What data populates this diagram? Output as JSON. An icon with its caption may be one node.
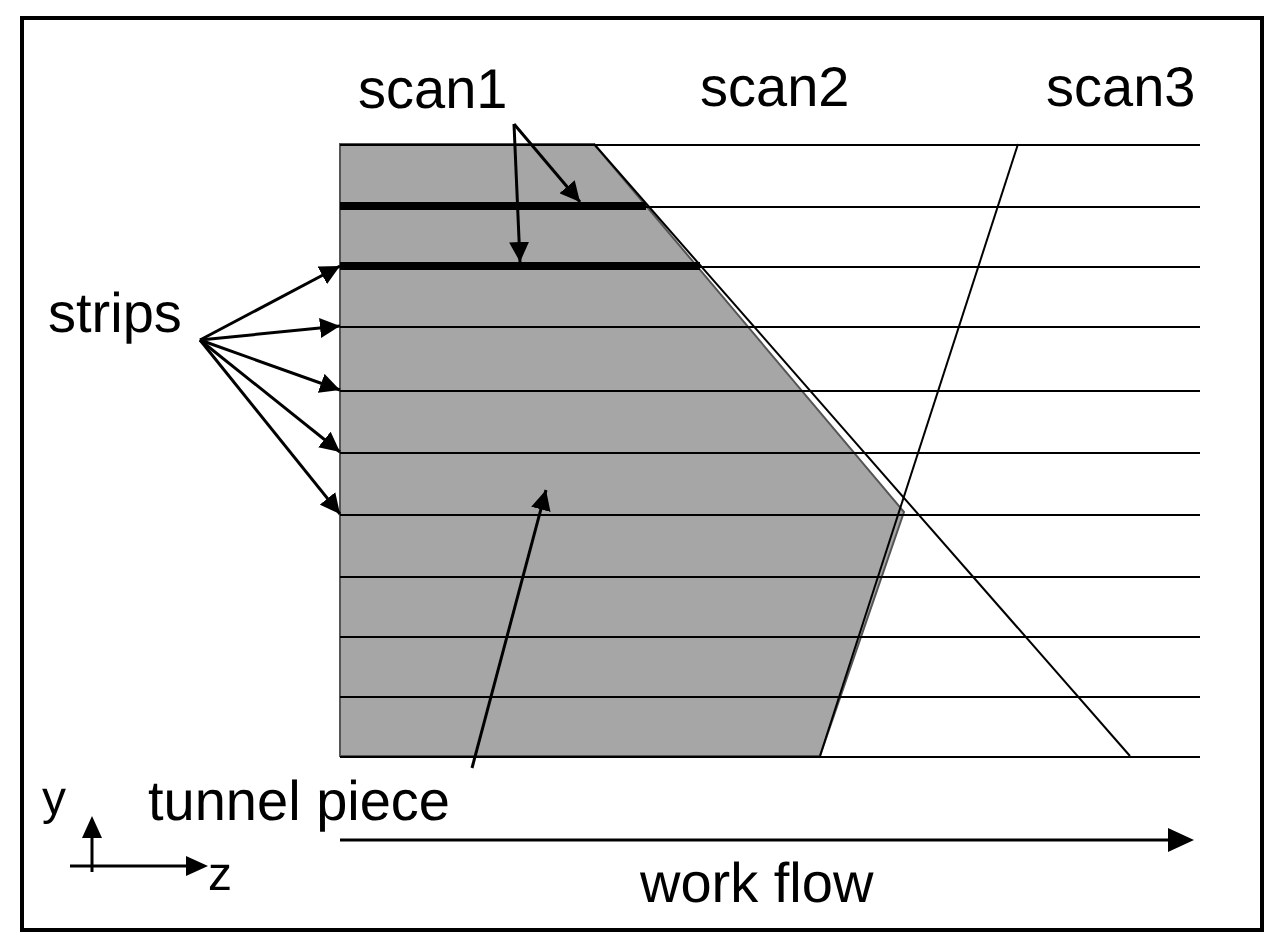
{
  "diagram": {
    "nodes": [
      {
        "text": [
          "scan1"
        ]
      },
      {
        "text": [],
        "shape": "polygon"
      },
      {
        "text": [
          "strips"
        ]
      },
      {
        "text": [
          "tunnel piece"
        ]
      },
      {
        "text": [],
        "shape": "line"
      },
      {
        "text": [],
        "shape": "line"
      },
      {
        "text": [],
        "shape": "line"
      },
      {
        "text": [],
        "shape": "line"
      },
      {
        "text": [],
        "shape": "line"
      },
      {
        "text": [],
        "shape": "line"
      },
      {
        "text": [],
        "shape": "line"
      },
      {
        "text": [],
        "shape": "line"
      },
      {
        "text": [],
        "shape": "line"
      },
      {
        "text": [],
        "shape": "line"
      },
      {
        "text": [],
        "shape": "line"
      }
    ],
    "edges": [
      {
        "from": 0,
        "to": 5,
        "arrow": "to"
      },
      {
        "from": 0,
        "to": 6,
        "arrow": "to"
      },
      {
        "from": 2,
        "to": 6,
        "arrow": "to"
      },
      {
        "from": 2,
        "to": 7,
        "arrow": "to"
      },
      {
        "from": 2,
        "to": 8,
        "arrow": "to"
      },
      {
        "from": 2,
        "to": 9,
        "arrow": "to"
      },
      {
        "from": 2,
        "to": 10,
        "arrow": "to"
      },
      {
        "from": 3,
        "to": 1,
        "arrow": "to"
      }
    ],
    "labels": [
      "scan2",
      "scan3",
      "y",
      "z",
      "work flow"
    ]
  }
}
